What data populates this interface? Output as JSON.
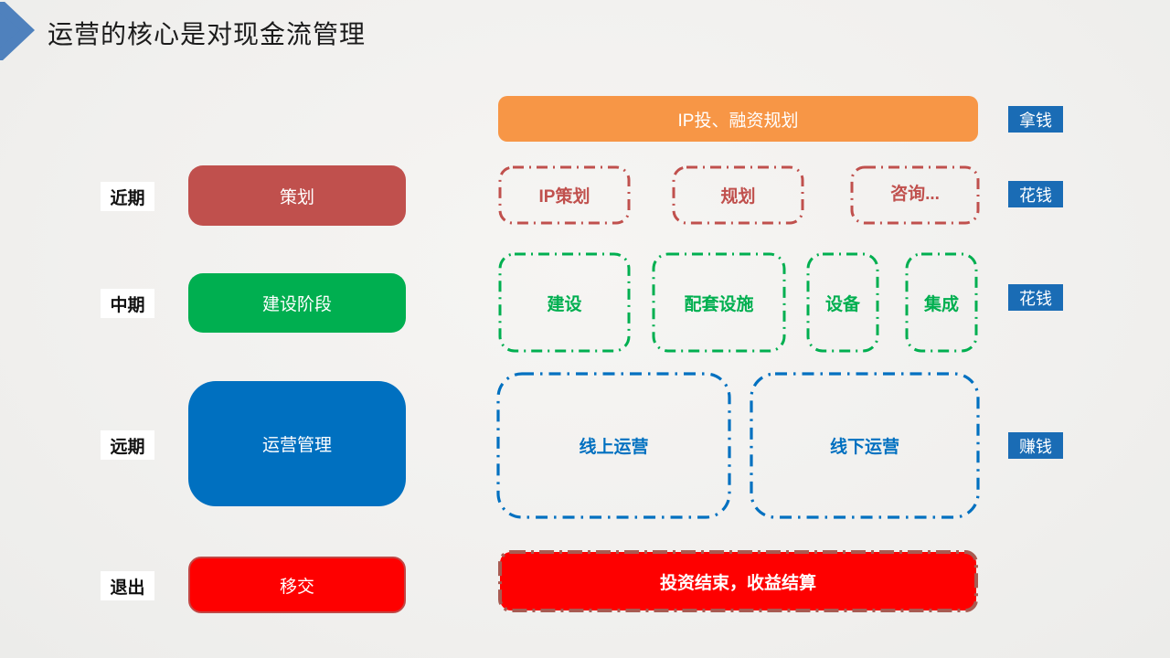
{
  "title": "运营的核心是对现金流管理",
  "colors": {
    "accent_blue": "#4F81BD",
    "orange": "#F79646",
    "brick_red": "#C0504D",
    "green": "#00AF50",
    "blue": "#0070C0",
    "bright_red": "#FE0000",
    "badge_blue": "#1A6CB5",
    "background": "#F2F1EF"
  },
  "stages": [
    {
      "period": "近期",
      "label": "策划"
    },
    {
      "period": "中期",
      "label": "建设阶段"
    },
    {
      "period": "远期",
      "label": "运营管理"
    },
    {
      "period": "退出",
      "label": "移交"
    }
  ],
  "top_bar": {
    "label": "IP投、融资规划"
  },
  "planning_row": {
    "items": [
      "IP策划",
      "规划",
      "咨询..."
    ]
  },
  "construction_row": {
    "items": [
      "建设",
      "配套设施",
      "设备",
      "集成"
    ]
  },
  "operation_row": {
    "items": [
      "线上运营",
      "线下运营"
    ]
  },
  "settlement_bar": {
    "label": "投资结束，收益结算"
  },
  "badges": [
    "拿钱",
    "花钱",
    "花钱",
    "赚钱"
  ]
}
